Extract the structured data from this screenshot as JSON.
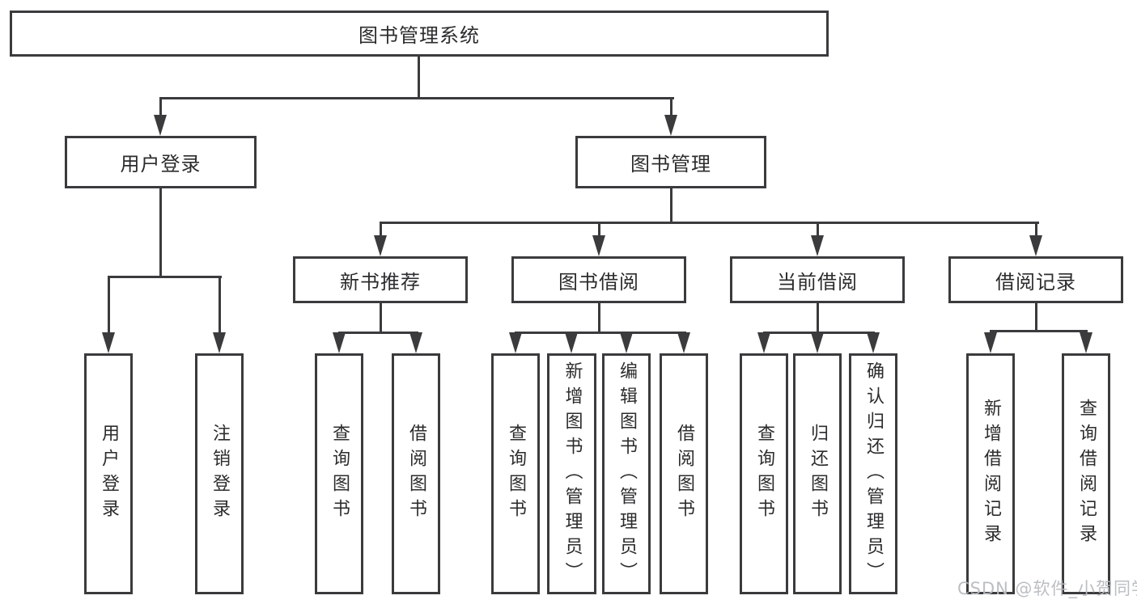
{
  "diagram": {
    "root": {
      "label": "图书管理系统"
    },
    "branches": [
      {
        "label": "用户登录",
        "children": [
          {
            "label": "用户登录"
          },
          {
            "label": "注销登录"
          }
        ]
      },
      {
        "label": "图书管理",
        "children": [
          {
            "label": "新书推荐",
            "children": [
              {
                "label": "查询图书"
              },
              {
                "label": "借阅图书"
              }
            ]
          },
          {
            "label": "图书借阅",
            "children": [
              {
                "label": "查询图书"
              },
              {
                "label": "新增图书（管理员）"
              },
              {
                "label": "编辑图书（管理员）"
              },
              {
                "label": "借阅图书"
              }
            ]
          },
          {
            "label": "当前借阅",
            "children": [
              {
                "label": "查询图书"
              },
              {
                "label": "归还图书"
              },
              {
                "label": "确认归还（管理员）"
              }
            ]
          },
          {
            "label": "借阅记录",
            "children": [
              {
                "label": "新增借阅记录"
              },
              {
                "label": "查询借阅记录"
              }
            ]
          }
        ]
      }
    ],
    "watermark": "CSDN @软件_小贺同学",
    "colors": {
      "line": "#3b3b3d",
      "text": "#2c2c2e",
      "background": "#ffffff",
      "watermark": "#b7bac0"
    }
  }
}
